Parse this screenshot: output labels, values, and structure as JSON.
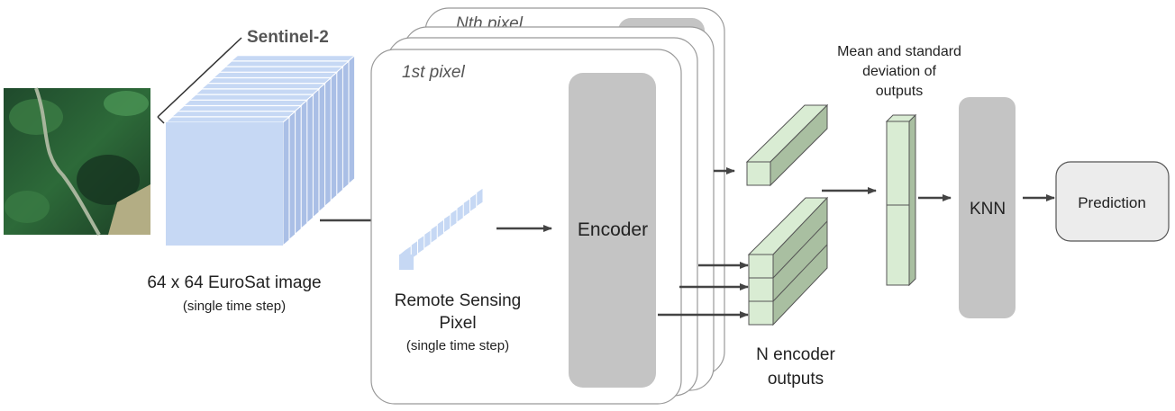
{
  "sentinel_label": "Sentinel-2",
  "image_label": {
    "line1": "64 x 64 EuroSat image",
    "line2": "(single time step)"
  },
  "pixel_label": {
    "line1": "Remote Sensing",
    "line2": "Pixel",
    "line3": "(single time step)"
  },
  "panel_labels": {
    "first": "1st pixel",
    "nth": "Nth pixel"
  },
  "encoder_label": "Encoder",
  "outputs_label": {
    "line1": "N encoder",
    "line2": "outputs"
  },
  "stats_label": {
    "line1": "Mean and standard",
    "line2": "deviation of",
    "line3": "outputs"
  },
  "knn_label": "KNN",
  "prediction_label": "Prediction",
  "colors": {
    "cube_front": "#c6d8f4",
    "cube_side": "#aabfe6",
    "green_face": "#d9ecd3",
    "green_side": "#a9bfa1",
    "grey_block": "#c4c4c4",
    "prediction_fill": "#ececec",
    "arrow": "#444444"
  }
}
